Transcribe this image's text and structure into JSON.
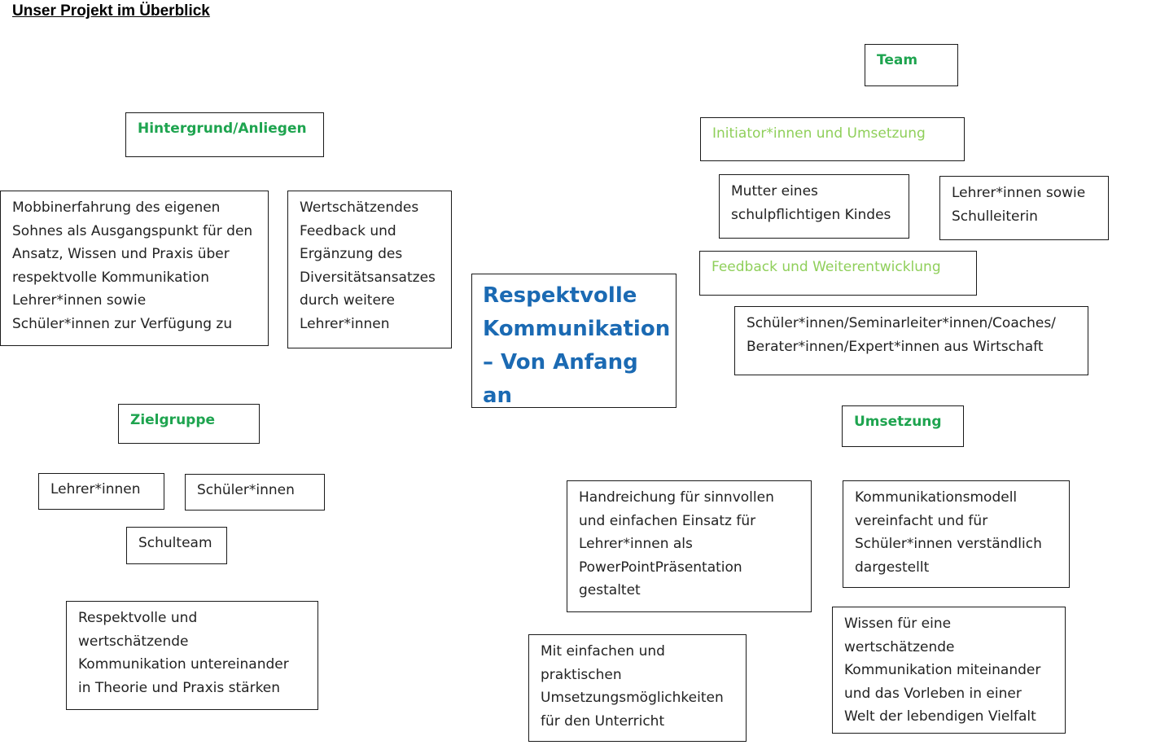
{
  "page": {
    "title": "Unser Projekt im Überblick"
  },
  "center": {
    "text": "Respektvolle Kommunikation\n– Von Anfang an",
    "color": "#1b6ab3"
  },
  "colors": {
    "heading_dark": "#1ea44f",
    "heading_light": "#8fcf5a",
    "border": "#1a1a1a"
  },
  "hintergrund": {
    "heading": "Hintergrund/Anliegen",
    "left_text": "Mobbinerfahrung des eigenen\nSohnes als Ausgangspunkt für den\nAnsatz, Wissen und Praxis über\nrespektvolle Kommunikation\nLehrer*innen sowie\nSchüler*innen zur Verfügung zu",
    "right_text": "Wertschätzendes\nFeedback und\nErgänzung des\nDiversitätsansatzes\ndurch weitere\nLehrer*innen"
  },
  "zielgruppe": {
    "heading": "Zielgruppe",
    "items": [
      "Lehrer*innen",
      "Schüler*innen",
      "Schulteam"
    ],
    "goal_text": "Respektvolle und\nwertschätzende\nKommunikation untereinander\nin Theorie und Praxis stärken"
  },
  "team": {
    "heading": "Team",
    "initiators_heading": "Initiator*innen und Umsetzung",
    "initiator_1": "Mutter eines\nschulpflichtigen Kindes",
    "initiator_2": "Lehrer*innen sowie\nSchulleiterin",
    "feedback_heading": "Feedback und Weiterentwicklung",
    "feedback_text": "Schüler*innen/Seminarleiter*innen/Coaches/\nBerater*innen/Expert*innen aus Wirtschaft"
  },
  "umsetzung": {
    "heading": "Umsetzung",
    "item_1": "Handreichung für sinnvollen\nund einfachen Einsatz für\nLehrer*innen als\nPowerPointPräsentation\ngestaltet",
    "item_2": "Kommunikationsmodell\nvereinfacht und für\nSchüler*innen verständlich\ndargestellt",
    "item_3": "Mit einfachen und\npraktischen\nUmsetzungsmöglichkeiten\nfür den Unterricht",
    "item_4": "Wissen für eine\nwertschätzende\nKommunikation miteinander\nund das Vorleben in einer\nWelt der lebendigen Vielfalt"
  }
}
